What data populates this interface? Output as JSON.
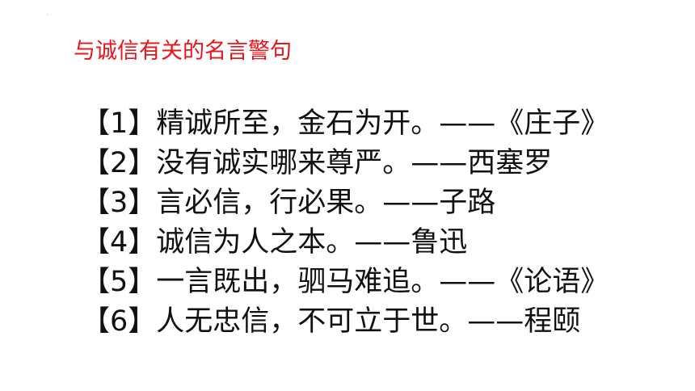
{
  "slide": {
    "corner_mark": "·",
    "title": "与诚信有关的名言警句",
    "title_color": "#e8141c",
    "quotes": [
      "【1】精诚所至，金石为开。——《庄子》",
      "【2】没有诚实哪来尊严。——西塞罗",
      "【3】言必信，行必果。——子路",
      "【4】诚信为人之本。——鲁迅",
      "【5】一言既出，驷马难追。——《论语》",
      "【6】人无忠信，不可立于世。——程颐"
    ]
  }
}
